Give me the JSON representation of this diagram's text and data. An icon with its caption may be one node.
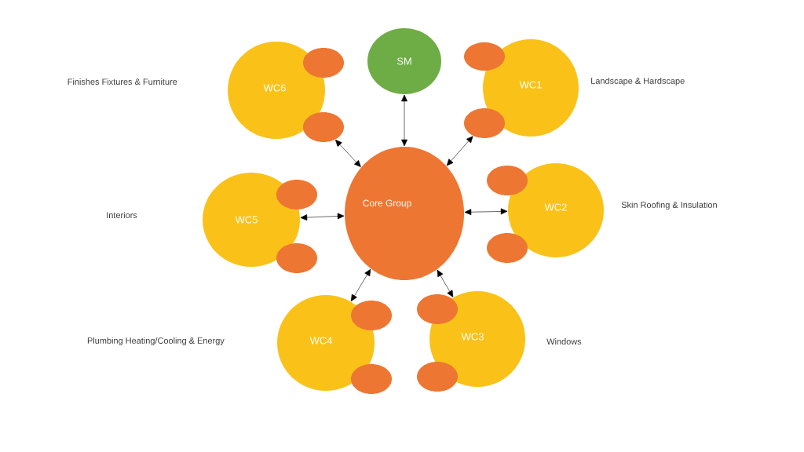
{
  "diagram": {
    "nodes": [
      {
        "text": [
          "Core Group"
        ]
      },
      {
        "text": [
          "SM"
        ]
      },
      {
        "text": [
          "WC1"
        ],
        "beside": [
          "Landscape & Hardscape"
        ]
      },
      {
        "text": [],
        "shape": "ellipse"
      },
      {
        "text": [],
        "shape": "ellipse"
      },
      {
        "text": [
          "WC2"
        ],
        "beside": [
          "Skin Roofing & Insulation"
        ]
      },
      {
        "text": [],
        "shape": "ellipse"
      },
      {
        "text": [],
        "shape": "ellipse"
      },
      {
        "text": [
          "WC3"
        ],
        "beside": [
          "Windows"
        ]
      },
      {
        "text": [],
        "shape": "ellipse"
      },
      {
        "text": [],
        "shape": "ellipse"
      },
      {
        "text": [
          "WC4"
        ]
      },
      {
        "text": [],
        "shape": "ellipse"
      },
      {
        "text": [],
        "shape": "ellipse"
      },
      {
        "text": [
          "WC5"
        ]
      },
      {
        "text": [],
        "shape": "ellipse"
      },
      {
        "text": [],
        "shape": "ellipse"
      },
      {
        "text": [
          "WC6"
        ]
      },
      {
        "text": [],
        "shape": "ellipse"
      },
      {
        "text": [],
        "shape": "ellipse"
      }
    ],
    "edges": [
      {
        "from": 0,
        "to": 1,
        "arrow": "both"
      },
      {
        "from": 0,
        "to": 4,
        "arrow": "both"
      },
      {
        "from": 0,
        "to": 5,
        "arrow": "both"
      },
      {
        "from": 0,
        "to": 8,
        "arrow": "both"
      },
      {
        "from": 0,
        "to": 11,
        "arrow": "both"
      },
      {
        "from": 0,
        "to": 14,
        "arrow": "both"
      },
      {
        "from": 0,
        "to": 19,
        "arrow": "both"
      }
    ],
    "labels": [
      "Finishes Fixtures & Furniture",
      "Interiors",
      "Plumbing Heating/Cooling & Energy"
    ]
  }
}
